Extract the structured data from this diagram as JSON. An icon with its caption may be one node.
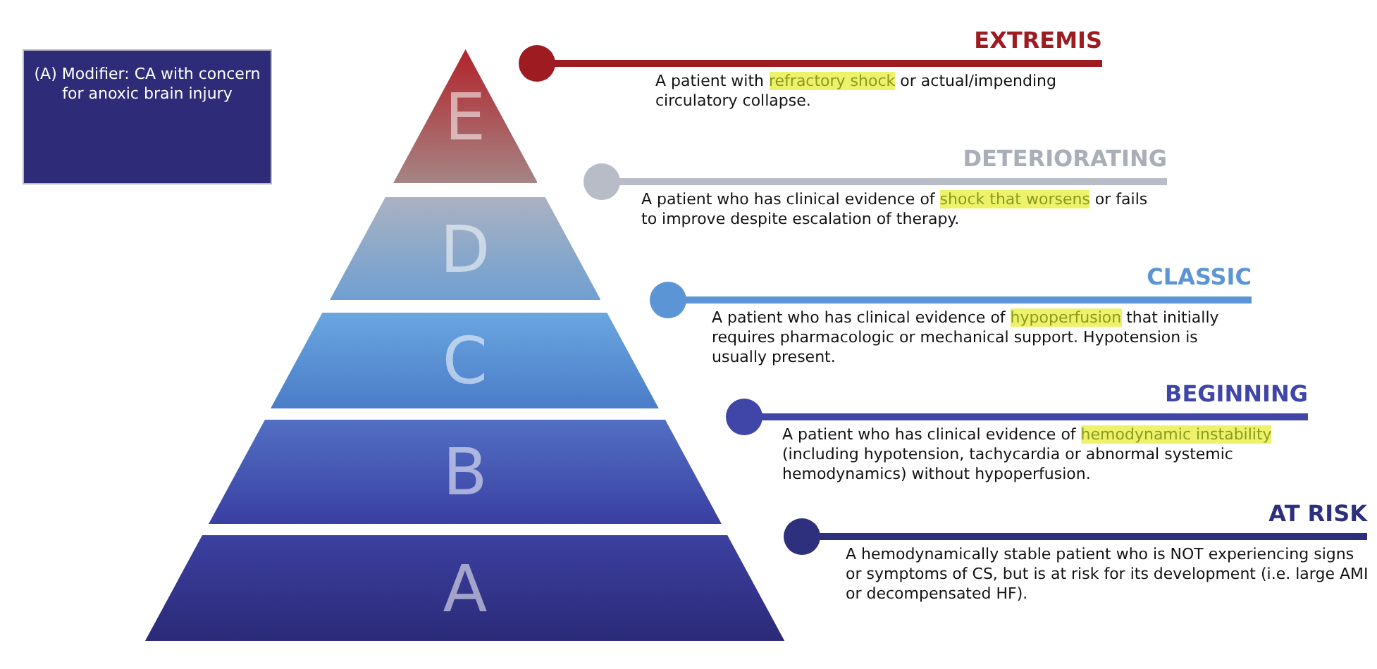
{
  "diagram": {
    "nodes": [
      {
        "text": [
          "(A) Modifier: CA with concern for anoxic brain injury"
        ]
      },
      {
        "text": [
          "E"
        ],
        "beside": [
          "EXTREMIS",
          "A patient with **refractory shock** or actual/impending circulatory collapse."
        ]
      },
      {
        "text": [
          "D"
        ],
        "beside": [
          "DETERIORATING",
          "A patient who has clinical evidence of **shock that worsens** or fails to improve despite escalation of therapy."
        ]
      },
      {
        "text": [
          "C"
        ],
        "beside": [
          "CLASSIC",
          "A patient who has clinical evidence of **hypoperfusion** that initially requires pharmacologic or mechanical support. Hypotension is usually present."
        ]
      },
      {
        "text": [
          "B"
        ],
        "beside": [
          "BEGINNING",
          "A patient who has clinical evidence of **hemodynamic instability** (including hypotension, tachycardia or abnormal systemic hemodynamics) without hypoperfusion."
        ]
      },
      {
        "text": [
          "A"
        ],
        "beside": [
          "AT RISK",
          "A hemodynamically stable patient who is NOT experiencing signs or symptoms of CS, but is at risk for its development (i.e. large AMI or decompensated HF)."
        ]
      }
    ]
  }
}
